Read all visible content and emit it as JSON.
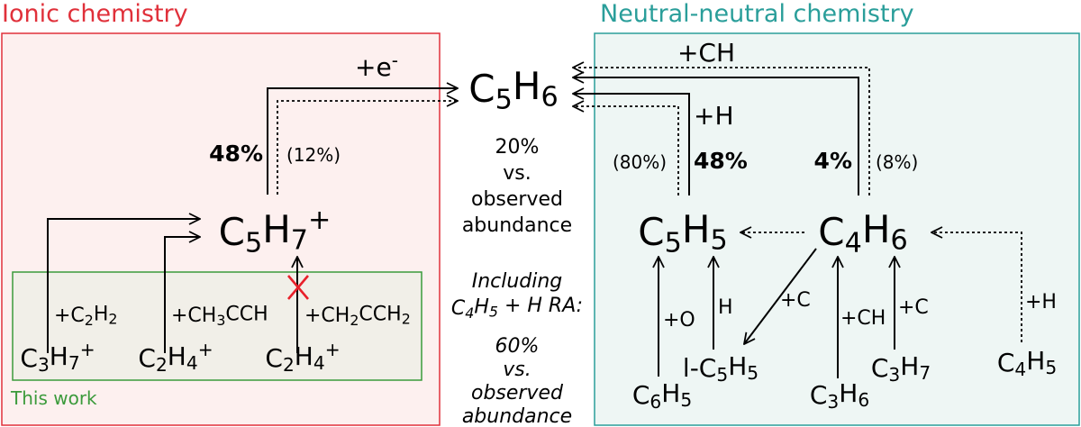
{
  "colors": {
    "ionic_border": "#e0303a",
    "ionic_fill": "#fdf0ef",
    "neutral_border": "#2a9e9a",
    "neutral_fill": "#eef6f4",
    "this_work_border": "#3b9a3b",
    "this_work_fill": "#f1efe8",
    "this_work_text": "#3b9a3b",
    "cross": "#e8202a"
  },
  "regions": {
    "ionic_title": "Ionic chemistry",
    "neutral_title": "Neutral-neutral chemistry",
    "this_work": "This work"
  },
  "center": {
    "product": "C5H6",
    "abundance_lines": [
      "20%",
      "vs.",
      "observed",
      "abundance"
    ],
    "including_lines": [
      "Including",
      "C4H5 + H RA:"
    ],
    "abundance2_lines": [
      "60%",
      "vs.",
      "observed",
      "abundance"
    ]
  },
  "ionic": {
    "electron_label": "+e-",
    "pct_48": "48%",
    "pct_12": "(12%)",
    "c5h7_plus": "C5H7+",
    "c3h7_plus": "C3H7+",
    "c2h4_plus_a": "C2H4+",
    "c2h4_plus_b": "C2H4+",
    "add_c2h2": "+C2H2",
    "add_ch3cch": "+CH3CCH",
    "add_ch2cch2": "+CH2CCH2"
  },
  "neutral": {
    "add_ch": "+CH",
    "add_h": "+H",
    "pct_80": "(80%)",
    "pct_48": "48%",
    "pct_4": "4%",
    "pct_8": "(8%)",
    "c5h5": "C5H5",
    "c4h6": "C4H6",
    "add_o": "+O",
    "lbl_h": "H",
    "add_c_a": "+C",
    "add_ch_b": "+CH",
    "add_c_b": "+C",
    "add_h_b": "+H",
    "c6h5": "C6H5",
    "l_c5h5": "l-C5H5",
    "c3h6": "C3H6",
    "c3h7": "C3H7",
    "c4h5": "C4H5"
  }
}
